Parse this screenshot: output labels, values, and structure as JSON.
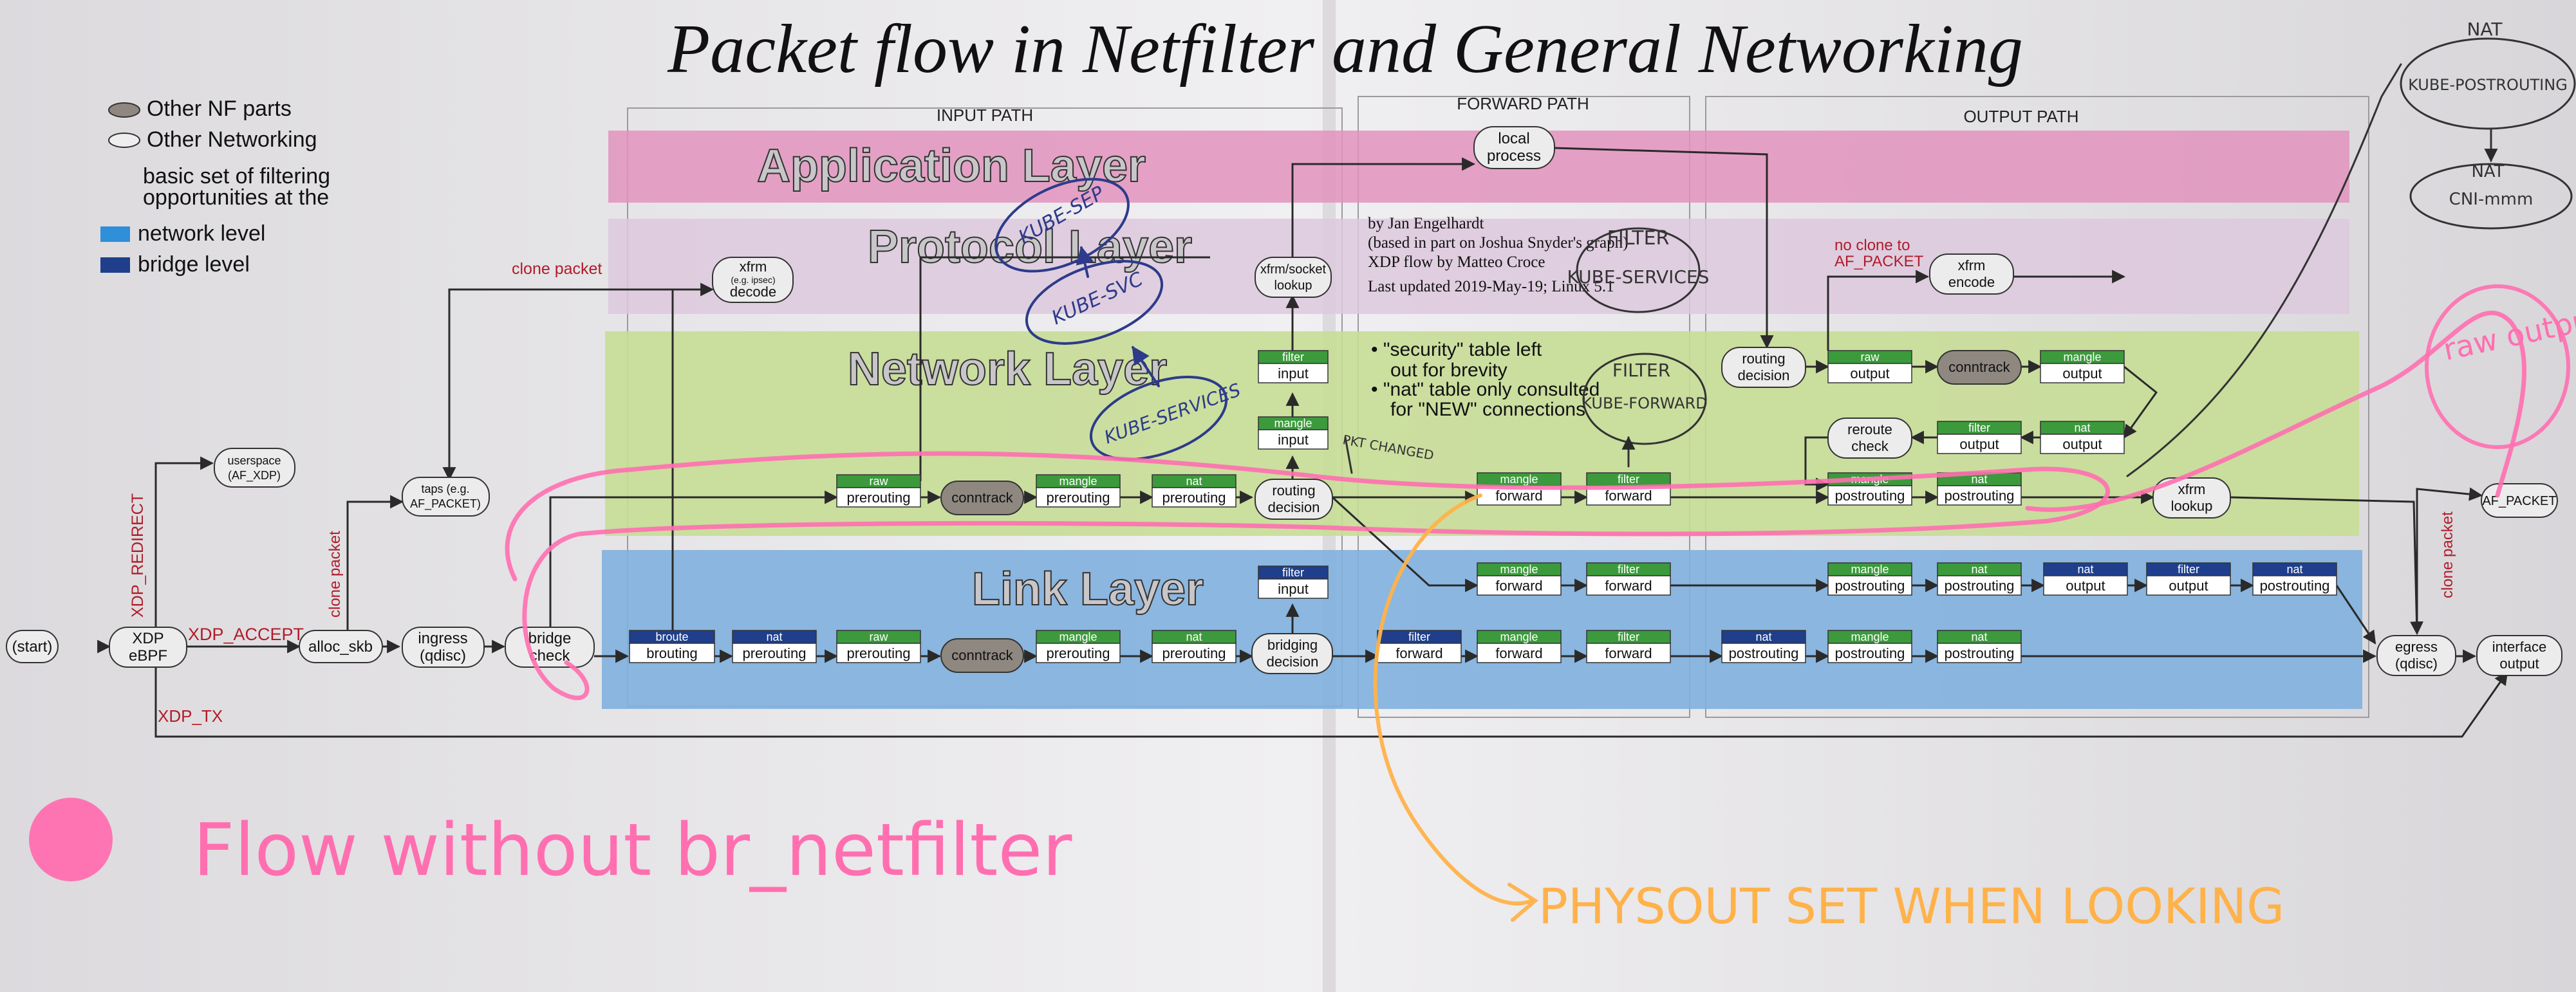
{
  "title": "Packet flow in Netfilter and General Networking",
  "legend": {
    "other_nf_parts": "Other NF parts",
    "other_networking": "Other Networking",
    "basic_set_line1": "basic set of filtering",
    "basic_set_line2": "opportunities at the",
    "network_level": "network level",
    "bridge_level": "bridge level"
  },
  "paths": {
    "input": "INPUT PATH",
    "forward": "FORWARD PATH",
    "output": "OUTPUT PATH"
  },
  "layers": {
    "application": "Application Layer",
    "protocol": "Protocol Layer",
    "network": "Network Layer",
    "link": "Link Layer"
  },
  "credits": [
    "by Jan Engelhardt",
    "(based in part on Joshua Snyder's graph)",
    "XDP flow by Matteo Croce",
    "Last updated 2019-May-19; Linux 5.1"
  ],
  "notes": [
    "• \"security\" table left",
    "out for brevity",
    "• \"nat\" table only consulted",
    "for \"NEW\" connections"
  ],
  "edge_labels": {
    "clone_packet_top": "clone packet",
    "xdp_redirect": "XDP_REDIRECT",
    "xdp_accept": "XDP_ACCEPT",
    "xdp_tx": "XDP_TX",
    "clone_packet_left": "clone packet",
    "clone_packet_right": "clone packet",
    "no_clone_line1": "no clone to",
    "no_clone_line2": "AF_PACKET"
  },
  "nodes": {
    "start": "(start)",
    "xdp_ebpf": [
      "XDP",
      "eBPF"
    ],
    "userspace": [
      "userspace",
      "(AF_XDP)"
    ],
    "alloc_skb": "alloc_skb",
    "taps": [
      "taps (e.g.",
      "AF_PACKET)"
    ],
    "ingress": [
      "ingress",
      "(qdisc)"
    ],
    "bridge_check": [
      "bridge",
      "check"
    ],
    "xfrm_decode": [
      "xfrm",
      "(e.g. ipsec)",
      "decode"
    ],
    "local_process": [
      "local",
      "process"
    ],
    "xfrm_socket_lookup": [
      "xfrm/socket",
      "lookup"
    ],
    "routing_decision_in": [
      "routing",
      "decision"
    ],
    "bridging_decision": [
      "bridging",
      "decision"
    ],
    "routing_decision_out": [
      "routing",
      "decision"
    ],
    "conntrack": "conntrack",
    "reroute_check": [
      "reroute",
      "check"
    ],
    "xfrm_encode": [
      "xfrm",
      "encode"
    ],
    "xfrm_lookup": [
      "xfrm",
      "lookup"
    ],
    "af_packet": "AF_PACKET",
    "egress": [
      "egress",
      "(qdisc)"
    ],
    "interface_output": [
      "interface",
      "output"
    ]
  },
  "chains": {
    "raw": "raw",
    "mangle": "mangle",
    "nat": "nat",
    "filter": "filter",
    "broute": "broute",
    "prerouting": "prerouting",
    "input": "input",
    "forward": "forward",
    "output": "output",
    "postrouting": "postrouting",
    "brouting": "brouting"
  },
  "annotations": {
    "kube_svc": "KUBE-SVC",
    "kube_sep": "KUBE-SEP",
    "kube_services_left": "KUBE-SERVICES",
    "filter_label": "FILTER",
    "kube_services_right": "KUBE-SERVICES",
    "filter_forward_label": "FILTER",
    "kube_forward": "KUBE-FORWARD",
    "pkt_changed": "PKT CHANGED",
    "nat_top": "NAT",
    "kube_postrouting": "KUBE-POSTROUTING",
    "nat_lower": "NAT",
    "cni_mmm": "CNI-mmm",
    "raw_output": "raw output",
    "flow_without": "Flow without br_netfilter",
    "physdout": "PHYSOUT SET WHEN LOOKING"
  },
  "colors": {
    "background": "#e9e7ea",
    "application_layer": "#e293bd",
    "protocol_layer": "#ddc9dd",
    "network_layer": "#c6dd96",
    "link_layer": "#7fb0de",
    "network_chain": "#3c9a3c",
    "bridge_chain": "#1f3f8c",
    "other_nf": "#8f8880",
    "highlighter_pink": "#ff6fb0",
    "highlighter_orange": "#ffb24a",
    "ink_blue": "#2d3b8a"
  }
}
